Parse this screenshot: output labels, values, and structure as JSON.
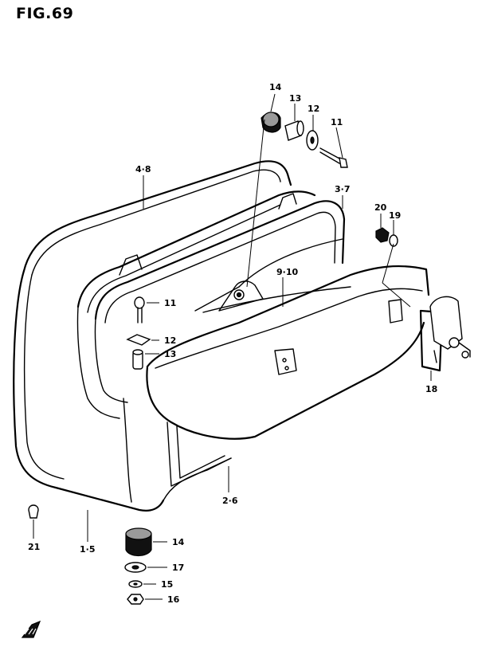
{
  "figure": {
    "title": "FIG.69"
  },
  "labels": {
    "l14_top": "14",
    "l13_top": "13",
    "l12_top": "12",
    "l11_top": "11",
    "l4_8": "4·8",
    "l3_7": "3·7",
    "l20": "20",
    "l19": "19",
    "l9_10": "9·10",
    "l11_mid": "11",
    "l12_mid": "12",
    "l13_mid": "13",
    "l18": "18",
    "l2_6": "2·6",
    "l21": "21",
    "l1_5": "1·5",
    "l14_bot": "14",
    "l17": "17",
    "l15": "15",
    "l16": "16"
  },
  "colors": {
    "ink": "#000000",
    "paper": "#ffffff"
  },
  "icons": {
    "corner_logo": "fwd-arrow-icon"
  }
}
